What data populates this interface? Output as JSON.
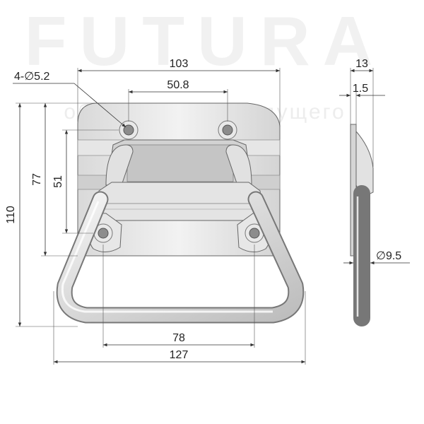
{
  "watermark": {
    "brand": "FUTURA",
    "tagline": "оборудования будущего"
  },
  "dimensions": {
    "hole_spec": "4-∅5.2",
    "overall_width": "103",
    "hole_spacing_top": "50.8",
    "side_depth": "13",
    "plate_thickness": "1.5",
    "overall_height": "110",
    "height_77": "77",
    "height_51": "51",
    "rod_diameter": "∅9.5",
    "handle_inner_width": "78",
    "handle_outer_width": "127"
  },
  "colors": {
    "metal_light": "#f2f2f2",
    "metal_mid": "#d6d6d6",
    "metal_dark": "#9a9a9a",
    "outline": "#555555"
  }
}
